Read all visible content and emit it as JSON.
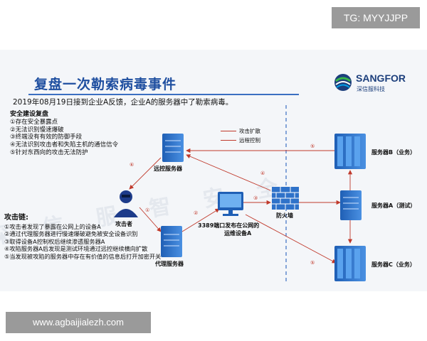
{
  "watermark_top": "TG: MYYJJPP",
  "watermark_bottom": "www.agbaijialezh.com",
  "slide": {
    "title": "复盘一次勒索病毒事件",
    "background_watermark": "深 信 服 智 安 全",
    "logo": {
      "name": "SANGFOR",
      "sub": "深信服科技"
    },
    "intro": "2019年08月19日接到企业A反馈，企业A的服务器中了勒索病毒。",
    "security_review": {
      "header": "安全建设复盘",
      "items": [
        "①存在安全暴露点",
        "②无法识别慢速爆破",
        "③终端没有有效的防御手段",
        "④无法识别攻击者和失陷主机的通信信令",
        "⑤针对东西向的攻击无法防护"
      ]
    },
    "attack_chain": {
      "header": "攻击链:",
      "items": [
        "①攻击者发现了暴露在公网上的设备A",
        "②通过代理服务器进行慢速爆破避免被安全设备识别",
        "③取得设备A控制权后继续渗透服务器A",
        "④攻陷服务器A后发现是测试环境通过远控继续横向扩散",
        "⑤当发现被攻陷的服务器中存在有价值的信息后打开加密开关"
      ]
    },
    "legend": {
      "items": [
        "攻击扩散",
        "远程控制"
      ],
      "colors": [
        "#c0392b",
        "#c0392b"
      ]
    },
    "nodes": {
      "remote_server": "远控服务器",
      "attacker": "攻击者",
      "proxy_server": "代理服务器",
      "device_a_line1": "3389端口发布在公网的",
      "device_a_line2": "运维设备A",
      "firewall": "防火墙",
      "server_b": "服务器B（业务）",
      "server_a": "服务器A（测试）",
      "server_c": "服务器C（业务）"
    },
    "step_badges": [
      "⑥",
      "①",
      "②",
      "③",
      "④",
      "⑤",
      "⑤"
    ],
    "colors": {
      "title": "#1f4fa0",
      "server": "#2f72c9",
      "arrow": "#c0392b",
      "dashed": "#3b6fc2"
    }
  }
}
